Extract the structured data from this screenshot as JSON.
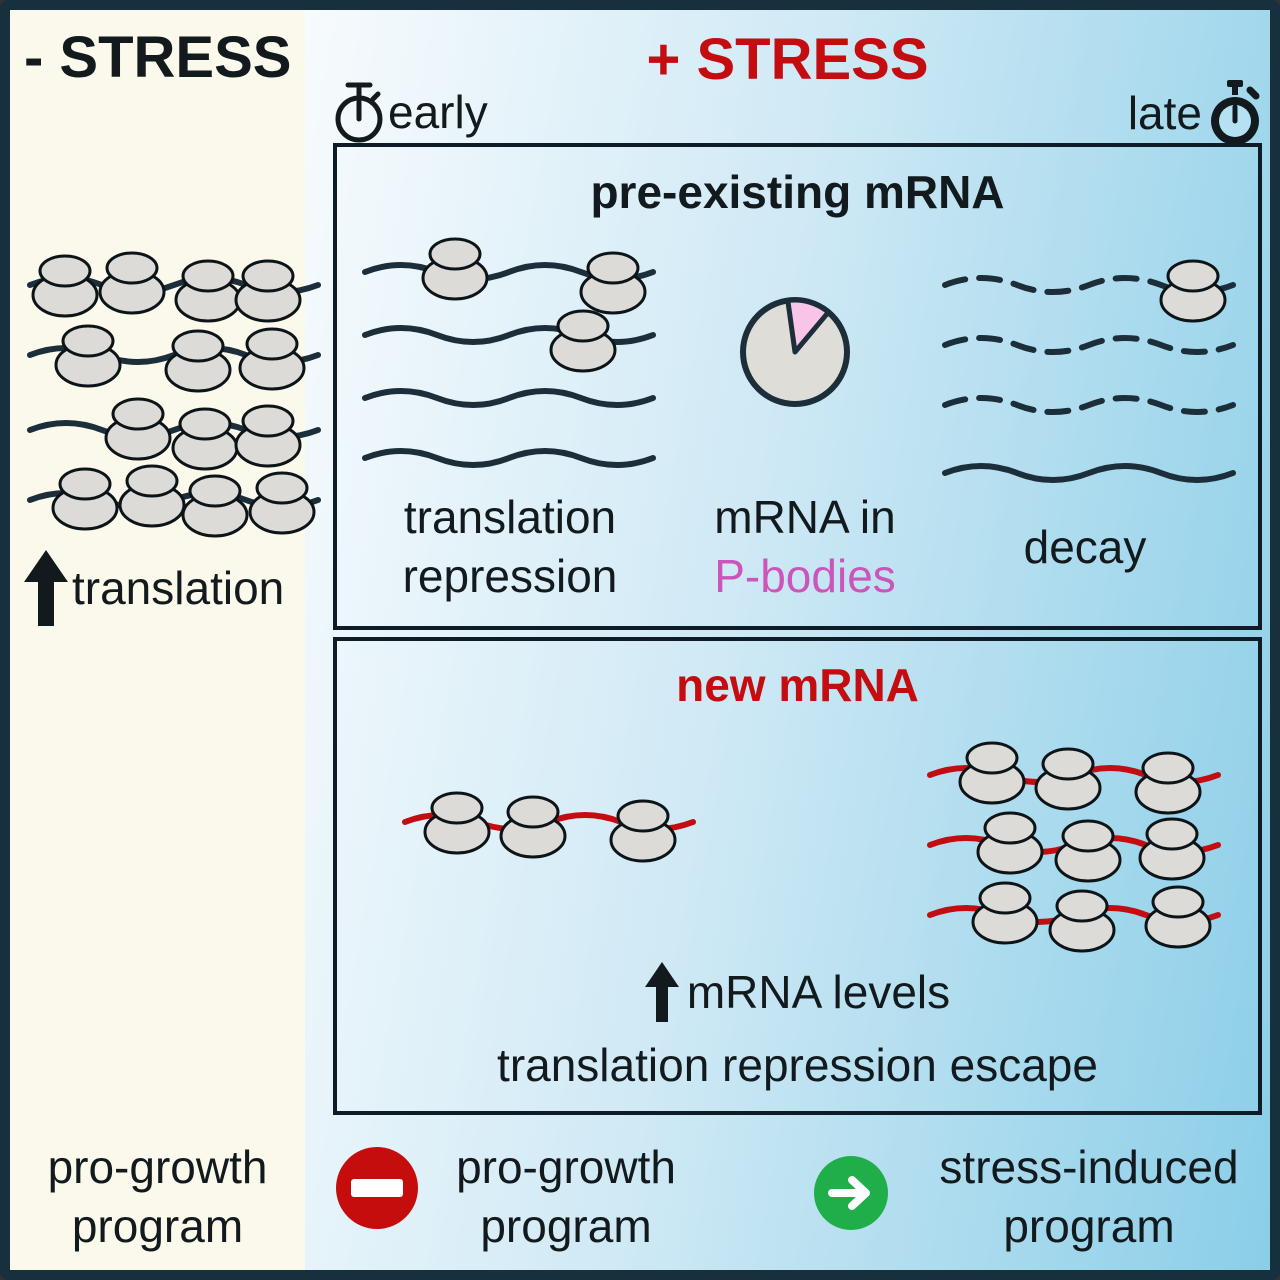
{
  "colors": {
    "border": "#16303d",
    "cream": "#faf9ec",
    "ink": "#131a1e",
    "strand": "#1b2e3a",
    "blue_a": "#f7fbfd",
    "blue_b": "#cfe9f5",
    "blue_c": "#8bcee8",
    "face_blue": "#b5e2f2",
    "red": "#c40d11",
    "pink_fill": "#f8c4e8",
    "pink_text": "#cc55bb",
    "ribosome_fill": "#dcdbd7",
    "no_entry_red": "#c50d0d",
    "go_green": "#1fae4a"
  },
  "left_panel": {
    "title": "- STRESS",
    "translation_label": "translation",
    "program_line1": "pro-growth",
    "program_line2": "program"
  },
  "right_panel": {
    "title": "+ STRESS",
    "early_label": "early",
    "late_label": "late"
  },
  "pre_existing_box": {
    "title": "pre-existing mRNA",
    "repression_line1": "translation",
    "repression_line2": "repression",
    "pbody_line1": "mRNA in",
    "pbody_line2": "P-bodies",
    "decay_label": "decay"
  },
  "new_mrna_box": {
    "title": "new mRNA",
    "levels_label": "mRNA levels",
    "escape_label": "translation repression escape"
  },
  "bottom_row": {
    "blocked_line1": "pro-growth",
    "blocked_line2": "program",
    "induced_line1": "stress-induced",
    "induced_line2": "program"
  },
  "icons": {
    "early_timer": "stopwatch-outline-icon",
    "late_timer": "stopwatch-filled-icon",
    "up_arrows": "up-arrow-icon",
    "blocked": "no-entry-icon",
    "induced": "green-arrow-icon"
  }
}
